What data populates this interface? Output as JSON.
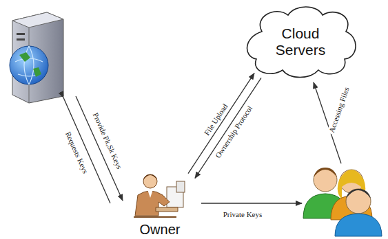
{
  "diagram": {
    "nodes": [
      {
        "text": [
          "Cloud Servers"
        ]
      },
      {
        "text": [
          "Owner"
        ]
      }
    ],
    "edges": [
      {
        "from": 1,
        "to": 0,
        "label": "File Upload",
        "arrow": "to"
      },
      {
        "from": 0,
        "to": 1,
        "label": "Ownership Protocol",
        "arrow": "to"
      }
    ],
    "labels": [
      "Requests Keys",
      "Provide Pk,Sk Keys",
      "Private Keys",
      "Accessing Files"
    ]
  }
}
